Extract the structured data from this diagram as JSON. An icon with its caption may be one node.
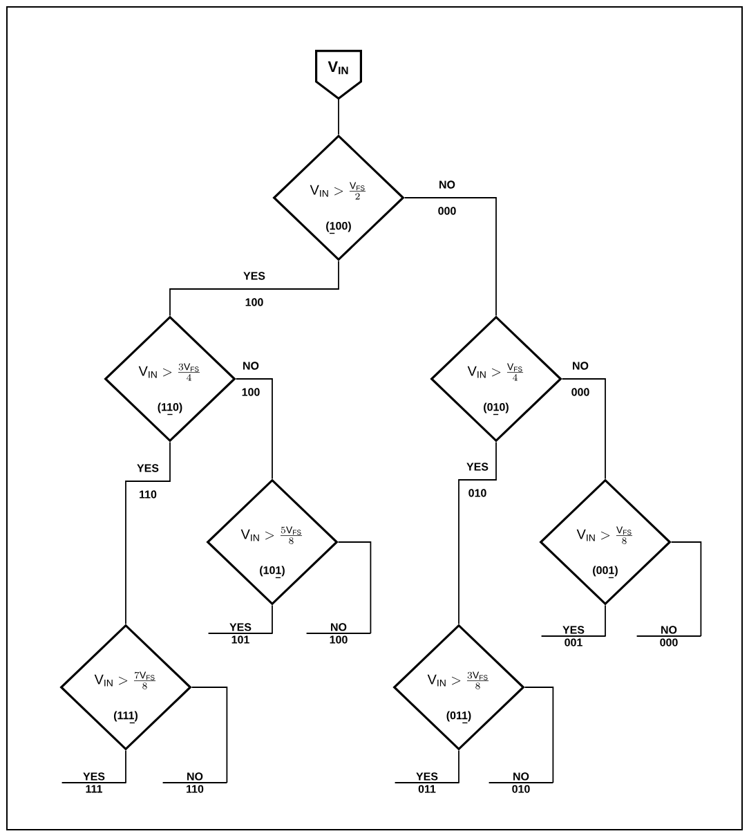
{
  "diagram": {
    "nodes": [
      {
        "text": [
          "V$_{IN}$"
        ]
      },
      {
        "text": [
          "\\mathsf{V_{IN}} > \\frac{\\mathsf{V_{FS}}}{2}",
          "(100)"
        ]
      },
      {
        "text": [
          "\\mathsf{V_{IN}} > \\frac{3\\mathsf{V_{FS}}}{4}",
          "(110)"
        ]
      },
      {
        "text": [
          "\\mathsf{V_{IN}} > \\frac{\\mathsf{V_{FS}}}{4}",
          "(010)"
        ]
      },
      {
        "text": [
          "\\mathsf{V_{IN}} > \\frac{5\\mathsf{V_{FS}}}{8}",
          "(101)"
        ]
      },
      {
        "text": [
          "\\mathsf{V_{IN}} > \\frac{\\mathsf{V_{FS}}}{8}",
          "(001)"
        ]
      },
      {
        "text": [
          "\\mathsf{V_{IN}} > \\frac{7\\mathsf{V_{FS}}}{8}",
          "(111)"
        ]
      },
      {
        "text": [
          "\\mathsf{V_{IN}} > \\frac{3\\mathsf{V_{FS}}}{8}",
          "(011)"
        ]
      },
      {
        "text": [
          "YES",
          "101"
        ]
      },
      {
        "text": [
          "NO",
          "100"
        ]
      },
      {
        "text": [
          "YES",
          "001"
        ]
      },
      {
        "text": [
          "NO",
          "000"
        ]
      },
      {
        "text": [
          "YES",
          "111"
        ]
      },
      {
        "text": [
          "NO",
          "110"
        ]
      },
      {
        "text": [
          "YES",
          "011"
        ]
      },
      {
        "text": [
          "NO",
          "010"
        ]
      }
    ],
    "edges": [
      {
        "from": 0,
        "to": 1,
        "arrow": "none"
      },
      {
        "from": 1,
        "to": 2,
        "arrow": "none",
        "label": "YES 100"
      },
      {
        "from": 1,
        "to": 3,
        "arrow": "none",
        "label": "NO 000"
      },
      {
        "from": 2,
        "to": 6,
        "arrow": "none",
        "label": "YES 110"
      },
      {
        "from": 2,
        "to": 4,
        "arrow": "none",
        "label": "NO 100"
      },
      {
        "from": 3,
        "to": 7,
        "arrow": "none",
        "label": "YES 010"
      },
      {
        "from": 3,
        "to": 5,
        "arrow": "none",
        "label": "NO 000"
      },
      {
        "from": 4,
        "to": 8,
        "arrow": "none"
      },
      {
        "from": 4,
        "to": 9,
        "arrow": "none"
      },
      {
        "from": 5,
        "to": 10,
        "arrow": "none"
      },
      {
        "from": 5,
        "to": 11,
        "arrow": "none"
      },
      {
        "from": 6,
        "to": 12,
        "arrow": "none"
      },
      {
        "from": 6,
        "to": 13,
        "arrow": "none"
      },
      {
        "from": 7,
        "to": 14,
        "arrow": "none"
      },
      {
        "from": 7,
        "to": 15,
        "arrow": "none"
      }
    ]
  }
}
